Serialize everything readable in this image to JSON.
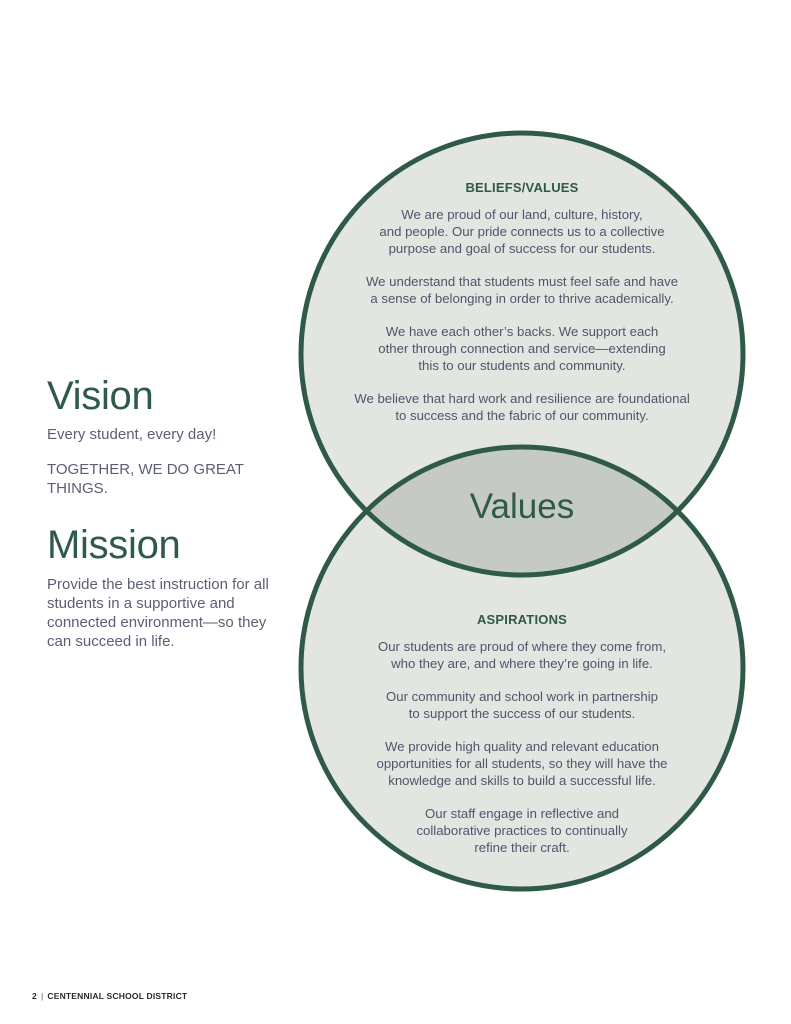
{
  "vision": {
    "title": "Vision",
    "tagline": "Every student, every day!",
    "motto": "TOGETHER, WE DO GREAT THINGS."
  },
  "mission": {
    "title": "Mission",
    "text": "Provide the best instruction for all students in a supportive and connected environment—so they can succeed in life."
  },
  "beliefs": {
    "heading": "BELIEFS/VALUES",
    "items": [
      "We are proud of our land, culture, history,\nand people. Our pride connects us to a collective\npurpose and goal of success for our students.",
      "We understand that students must feel safe and have\na sense of belonging in order to thrive academically.",
      "We have each other’s backs. We support each\nother through connection and service—extending\nthis to our students and community.",
      "We believe that hard work and resilience are foundational\nto success and the fabric of our community."
    ]
  },
  "overlap_label": "Values",
  "aspirations": {
    "heading": "ASPIRATIONS",
    "items": [
      "Our students are proud of where they come from,\nwho they are, and where they’re going in life.",
      "Our community and school work in partnership\nto support the success of our students.",
      "We provide high quality and relevant education\nopportunities for all students, so they will have the\nknowledge and skills to build a successful life.",
      "Our staff engage in reflective and\ncollaborative practices to continually\nrefine their craft."
    ]
  },
  "footer": {
    "page_number": "2",
    "separator": "|",
    "org": "CENTENNIAL SCHOOL DISTRICT"
  },
  "colors": {
    "accent": "#2e5a47",
    "circle_fill": "#e3e5e0",
    "overlap_fill": "#c5cbc4",
    "body_text": "#5a5f72"
  }
}
